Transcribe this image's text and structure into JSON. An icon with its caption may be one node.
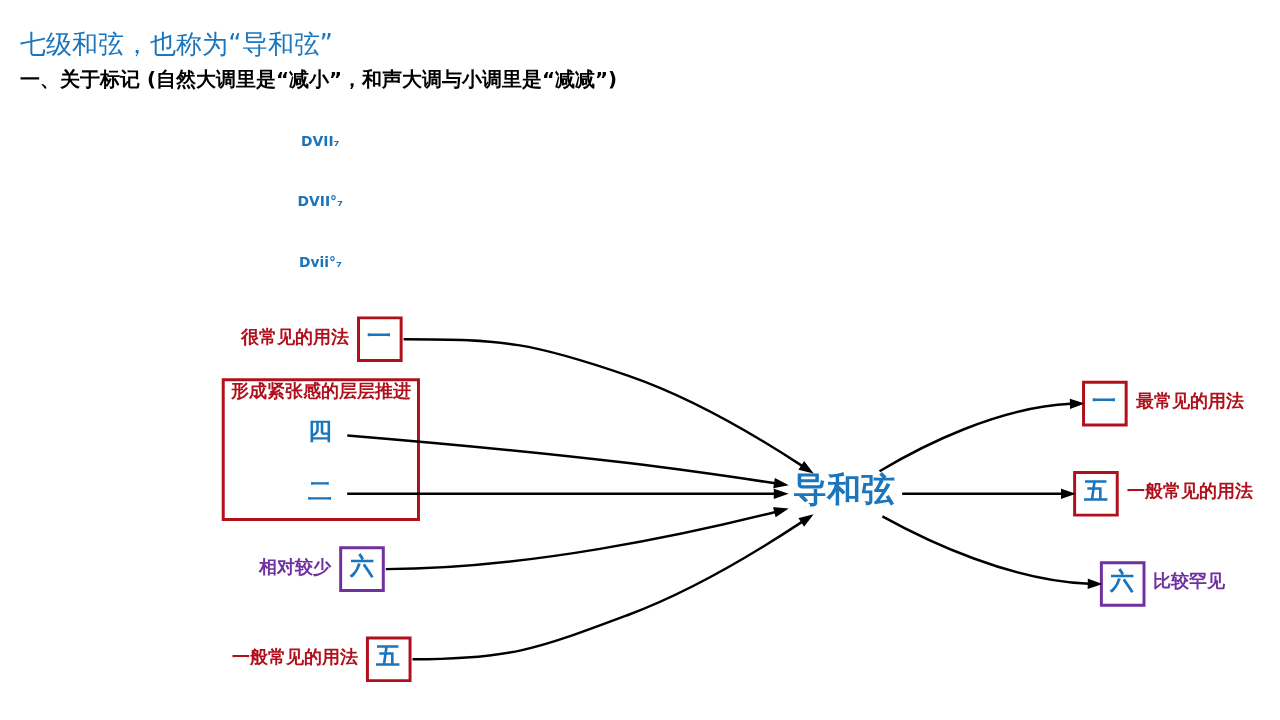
{
  "diagram": {
    "title": "七级和弦，也称为“导和弦”",
    "nodes": [
      {
        "text": [
          "一"
        ],
        "beside": [
          "很常见的用法"
        ]
      },
      {
        "text": [],
        "shape": "box",
        "beside": [
          "形成紧张感的层层推进"
        ]
      },
      {
        "text": [
          "四"
        ],
        "in": 1
      },
      {
        "text": [
          "二"
        ],
        "in": 1
      },
      {
        "text": [
          "六"
        ],
        "beside": [
          "相对较少"
        ]
      },
      {
        "text": [
          "五"
        ],
        "beside": [
          "一般常见的用法"
        ]
      },
      {
        "text": [
          "导和弦"
        ]
      },
      {
        "text": [
          "一"
        ],
        "beside": [
          "最常见的用法"
        ]
      },
      {
        "text": [
          "五"
        ],
        "beside": [
          "一般常见的用法"
        ]
      },
      {
        "text": [
          "六"
        ],
        "beside": [
          "比较罕见"
        ]
      }
    ],
    "edges": [
      {
        "from": 0,
        "to": 6,
        "arrow": "to"
      },
      {
        "from": 2,
        "to": 6,
        "arrow": "to"
      },
      {
        "from": 3,
        "to": 6,
        "arrow": "to"
      },
      {
        "from": 4,
        "to": 6,
        "arrow": "to"
      },
      {
        "from": 5,
        "to": 6,
        "arrow": "to"
      },
      {
        "from": 6,
        "to": 7,
        "arrow": "to"
      },
      {
        "from": 6,
        "to": 8,
        "arrow": "to"
      },
      {
        "from": 6,
        "to": 9,
        "arrow": "to"
      }
    ],
    "labels": [
      "一、关于标记 (自然大调里是“减小”，和声大调与小调里是“减减”)",
      "DVII₇",
      "DVII°₇",
      "Dvii°₇"
    ]
  }
}
